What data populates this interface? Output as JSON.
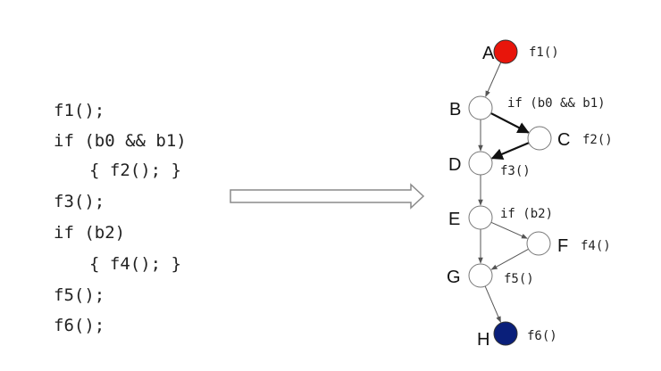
{
  "code": [
    {
      "text": "f1();",
      "indent": false
    },
    {
      "text": "if (b0 && b1)",
      "indent": false
    },
    {
      "text": "{ f2(); }",
      "indent": true
    },
    {
      "text": "f3();",
      "indent": false
    },
    {
      "text": "if (b2)",
      "indent": false
    },
    {
      "text": "{ f4(); }",
      "indent": true
    },
    {
      "text": "f5();",
      "indent": false
    },
    {
      "text": "f6();",
      "indent": false
    }
  ],
  "graph": {
    "nodes": [
      {
        "id": "A",
        "label": "A",
        "code": "f1()",
        "fill": "#e8150b"
      },
      {
        "id": "B",
        "label": "B",
        "code": "if (b0 && b1)",
        "fill": "#ffffff"
      },
      {
        "id": "C",
        "label": "C",
        "code": "f2()",
        "fill": "#ffffff"
      },
      {
        "id": "D",
        "label": "D",
        "code": "f3()",
        "fill": "#ffffff"
      },
      {
        "id": "E",
        "label": "E",
        "code": "if (b2)",
        "fill": "#ffffff"
      },
      {
        "id": "F",
        "label": "F",
        "code": "f4()",
        "fill": "#ffffff"
      },
      {
        "id": "G",
        "label": "G",
        "code": "f5()",
        "fill": "#ffffff"
      },
      {
        "id": "H",
        "label": "H",
        "code": "f6()",
        "fill": "#0a1f7a"
      }
    ],
    "edges": [
      {
        "from": "A",
        "to": "B",
        "bold": false
      },
      {
        "from": "B",
        "to": "C",
        "bold": true
      },
      {
        "from": "B",
        "to": "D",
        "bold": false
      },
      {
        "from": "C",
        "to": "D",
        "bold": true
      },
      {
        "from": "D",
        "to": "E",
        "bold": false
      },
      {
        "from": "E",
        "to": "F",
        "bold": false
      },
      {
        "from": "E",
        "to": "G",
        "bold": false
      },
      {
        "from": "F",
        "to": "G",
        "bold": false
      },
      {
        "from": "G",
        "to": "H",
        "bold": false
      }
    ]
  }
}
